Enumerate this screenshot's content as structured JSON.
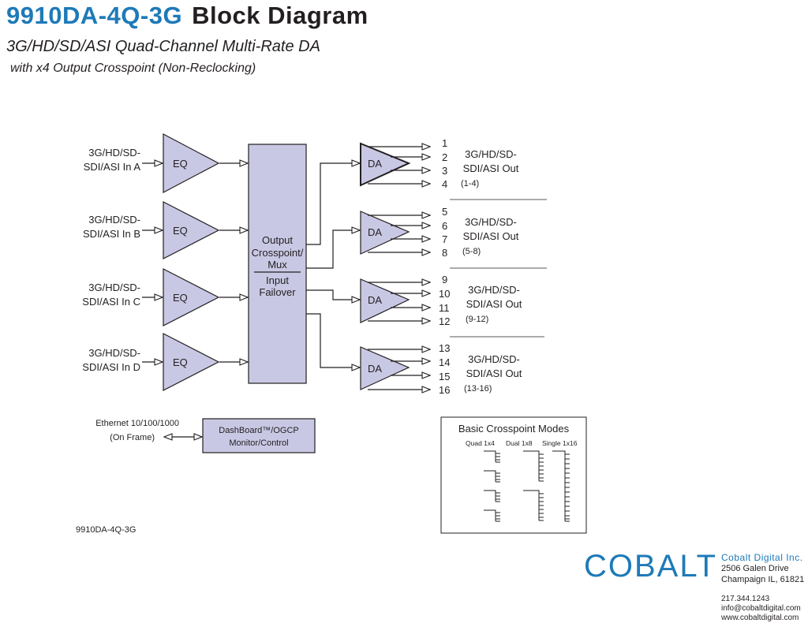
{
  "title": {
    "model": "9910DA-4Q-3G",
    "text": "Block Diagram"
  },
  "subtitle": "3G/HD/SD/ASI Quad-Channel Multi-Rate DA",
  "subtitle2": "with x4 Output Crosspoint (Non-Reclocking)",
  "inputs": [
    {
      "line1": "3G/HD/SD-",
      "line2": "SDI/ASI In A"
    },
    {
      "line1": "3G/HD/SD-",
      "line2": "SDI/ASI In B"
    },
    {
      "line1": "3G/HD/SD-",
      "line2": "SDI/ASI In C"
    },
    {
      "line1": "3G/HD/SD-",
      "line2": "SDI/ASI In D"
    }
  ],
  "eq_label": "EQ",
  "crosspoint": {
    "line1": "Output",
    "line2": "Crosspoint/",
    "line3": "Mux",
    "line4": "Input",
    "line5": "Failover"
  },
  "da_label": "DA",
  "outputs": [
    {
      "numbers": [
        "1",
        "2",
        "3",
        "4"
      ],
      "line1": "3G/HD/SD-",
      "line2": "SDI/ASI Out",
      "range": "(1-4)"
    },
    {
      "numbers": [
        "5",
        "6",
        "7",
        "8"
      ],
      "line1": "3G/HD/SD-",
      "line2": "SDI/ASI Out",
      "range": "(5-8)"
    },
    {
      "numbers": [
        "9",
        "10",
        "11",
        "12"
      ],
      "line1": "3G/HD/SD-",
      "line2": "SDI/ASI Out",
      "range": "(9-12)"
    },
    {
      "numbers": [
        "13",
        "14",
        "15",
        "16"
      ],
      "line1": "3G/HD/SD-",
      "line2": "SDI/ASI Out",
      "range": "(13-16)"
    }
  ],
  "ethernet": {
    "line1": "Ethernet 10/100/1000",
    "line2": "(On Frame)"
  },
  "dashboard": {
    "line1": "DashBoard™/OGCP",
    "line2": "Monitor/Control"
  },
  "modes": {
    "title": "Basic Crosspoint Modes",
    "quad": "Quad 1x4",
    "dual": "Dual 1x8",
    "single": "Single 1x16"
  },
  "footer_model": "9910DA-4Q-3G",
  "logo": "COBALT",
  "company": {
    "name": "Cobalt Digital Inc.",
    "address1": "2506 Galen Drive",
    "address2": "Champaign IL, 61821",
    "phone": "217.344.1243",
    "email": "info@cobaltdigital.com",
    "web": "www.cobaltdigital.com"
  },
  "colors": {
    "brand_blue": "#1e7ab8",
    "block_fill": "#c9c8e4",
    "line": "#231f20"
  }
}
